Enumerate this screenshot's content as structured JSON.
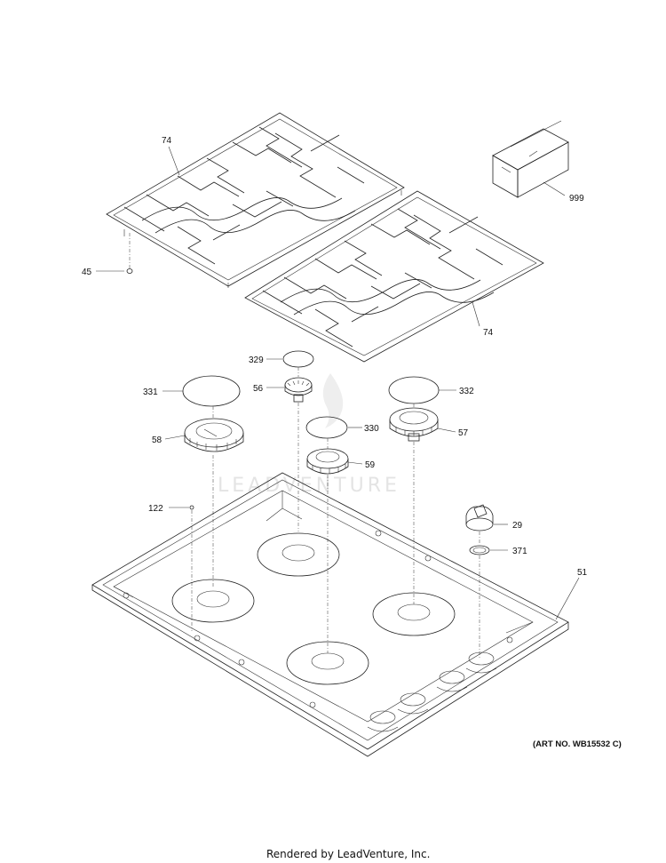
{
  "watermark": "LEADVENTURE",
  "art_number": "(ART NO. WB15532 C)",
  "footer": "Rendered by LeadVenture, Inc.",
  "callouts": {
    "grate_left": "74",
    "grate_right": "74",
    "box": "999",
    "bumper": "45",
    "cap_329": "329",
    "head_56": "56",
    "cap_331": "331",
    "cap_332": "332",
    "cap_330": "330",
    "head_58": "58",
    "head_57": "57",
    "head_59": "59",
    "screw_122": "122",
    "knob_29": "29",
    "ring_371": "371",
    "cooktop_51": "51"
  }
}
